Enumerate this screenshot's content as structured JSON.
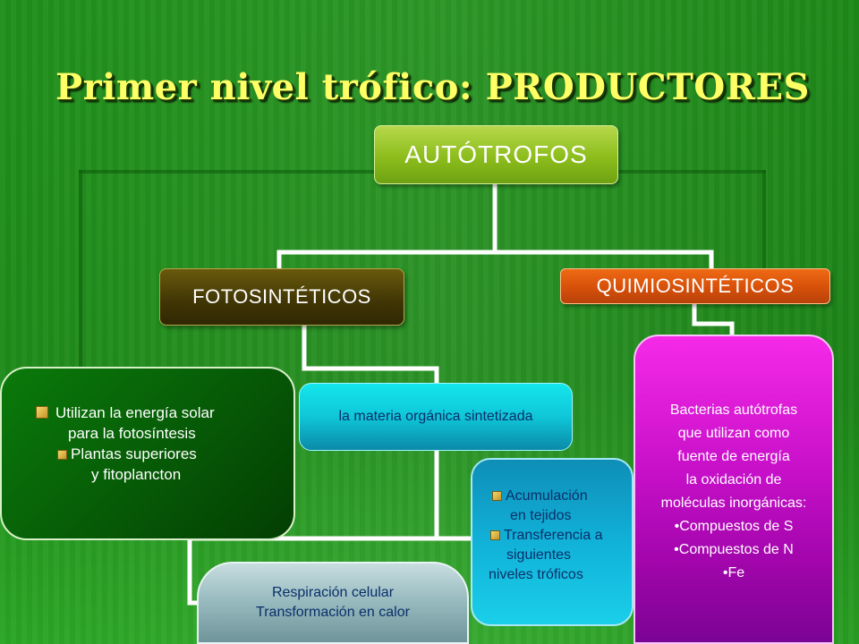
{
  "title": "Primer nivel trófico: PRODUCTORES",
  "nodes": {
    "autotrofos": "AUTÓTROFOS",
    "fotosinteticos": "FOTOSINTÉTICOS",
    "quimiosinteticos": "QUIMIOSINTÉTICOS",
    "materia": "la materia orgánica sintetizada",
    "utilizan": {
      "line1": "Utilizan la energía solar",
      "line2": "para la fotosíntesis",
      "line3": "Plantas superiores",
      "line4": "y fitoplancton"
    },
    "acumulacion": {
      "line1": "Acumulación",
      "line2": "en tejidos",
      "line3": "Transferencia a",
      "line4": "siguientes",
      "line5": "niveles tróficos"
    },
    "respiracion": {
      "line1": "Respiración celular",
      "line2": "Transformación en calor"
    },
    "bacterias": {
      "line1": "Bacterias autótrofas",
      "line2": "que utilizan como",
      "line3": "fuente de energía",
      "line4": "la oxidación de",
      "line5": "moléculas inorgánicas:",
      "line6": "•Compuestos de S",
      "line7": "•Compuestos de N",
      "line8": "•Fe"
    }
  },
  "colors": {
    "background": "#1f8f1a",
    "title": "#ffff66",
    "connector": "#ffffff"
  }
}
